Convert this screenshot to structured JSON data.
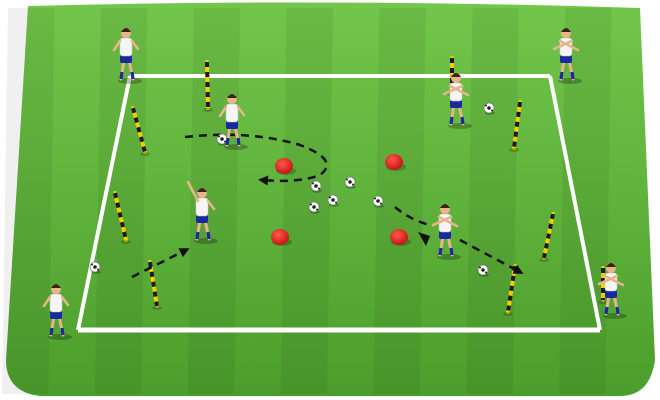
{
  "colors": {
    "pitch_light": "#5fb83a",
    "pitch_dark": "#4a9a2a",
    "pitch_edge": "#e8f5e0",
    "line": "#ffffff",
    "cone": "#e3141b",
    "pole_dark": "#1a1a2e",
    "pole_light": "#f0d000",
    "shirt": "#f5f5f5",
    "shorts": "#1a2a9e",
    "skin": "#e8b48a",
    "hair": "#3a2414",
    "ball": "#ffffff",
    "path_dash": "#111111"
  },
  "pitch": {
    "line_count": 4,
    "stripe_count": 14
  },
  "players": [
    {
      "id": "p1",
      "pose": "standing"
    },
    {
      "id": "p2",
      "pose": "dribbling"
    },
    {
      "id": "p3",
      "pose": "dribbling"
    },
    {
      "id": "p4",
      "pose": "standing"
    },
    {
      "id": "p5",
      "pose": "pointing"
    },
    {
      "id": "p6",
      "pose": "dribbling"
    },
    {
      "id": "p7",
      "pose": "standing"
    },
    {
      "id": "p8",
      "pose": "standing"
    }
  ],
  "cones": [
    {
      "id": "c1"
    },
    {
      "id": "c2"
    },
    {
      "id": "c3"
    },
    {
      "id": "c4"
    }
  ],
  "balls": [
    {
      "id": "b1"
    },
    {
      "id": "b2"
    },
    {
      "id": "b3"
    },
    {
      "id": "b4"
    },
    {
      "id": "b5"
    },
    {
      "id": "b6"
    },
    {
      "id": "b7"
    },
    {
      "id": "b8"
    },
    {
      "id": "b9"
    }
  ],
  "poles": [
    {
      "id": "pole1"
    },
    {
      "id": "pole2"
    },
    {
      "id": "pole3"
    },
    {
      "id": "pole4"
    },
    {
      "id": "pole5"
    },
    {
      "id": "pole6"
    },
    {
      "id": "pole7"
    },
    {
      "id": "pole8"
    },
    {
      "id": "pole9"
    }
  ],
  "paths": [
    {
      "id": "curved-dribble-path",
      "style": "dashed",
      "arrowhead": true
    },
    {
      "id": "right-dribble-path",
      "style": "dashed",
      "arrowhead": true
    },
    {
      "id": "left-pass-path",
      "style": "dashed",
      "arrowhead": true
    }
  ]
}
